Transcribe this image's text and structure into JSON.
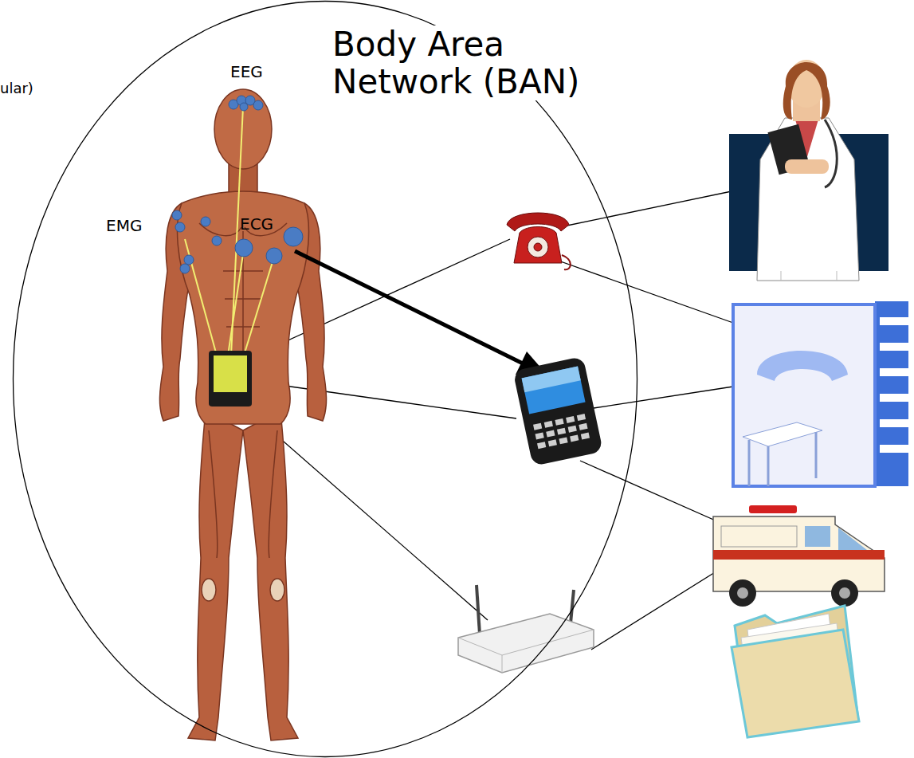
{
  "diagram": {
    "nodes": [
      {
        "text": [
          "Body Area Network (BAN)"
        ]
      }
    ],
    "labels": [
      "ular)",
      "EEG",
      "EMG",
      "ECG"
    ]
  }
}
